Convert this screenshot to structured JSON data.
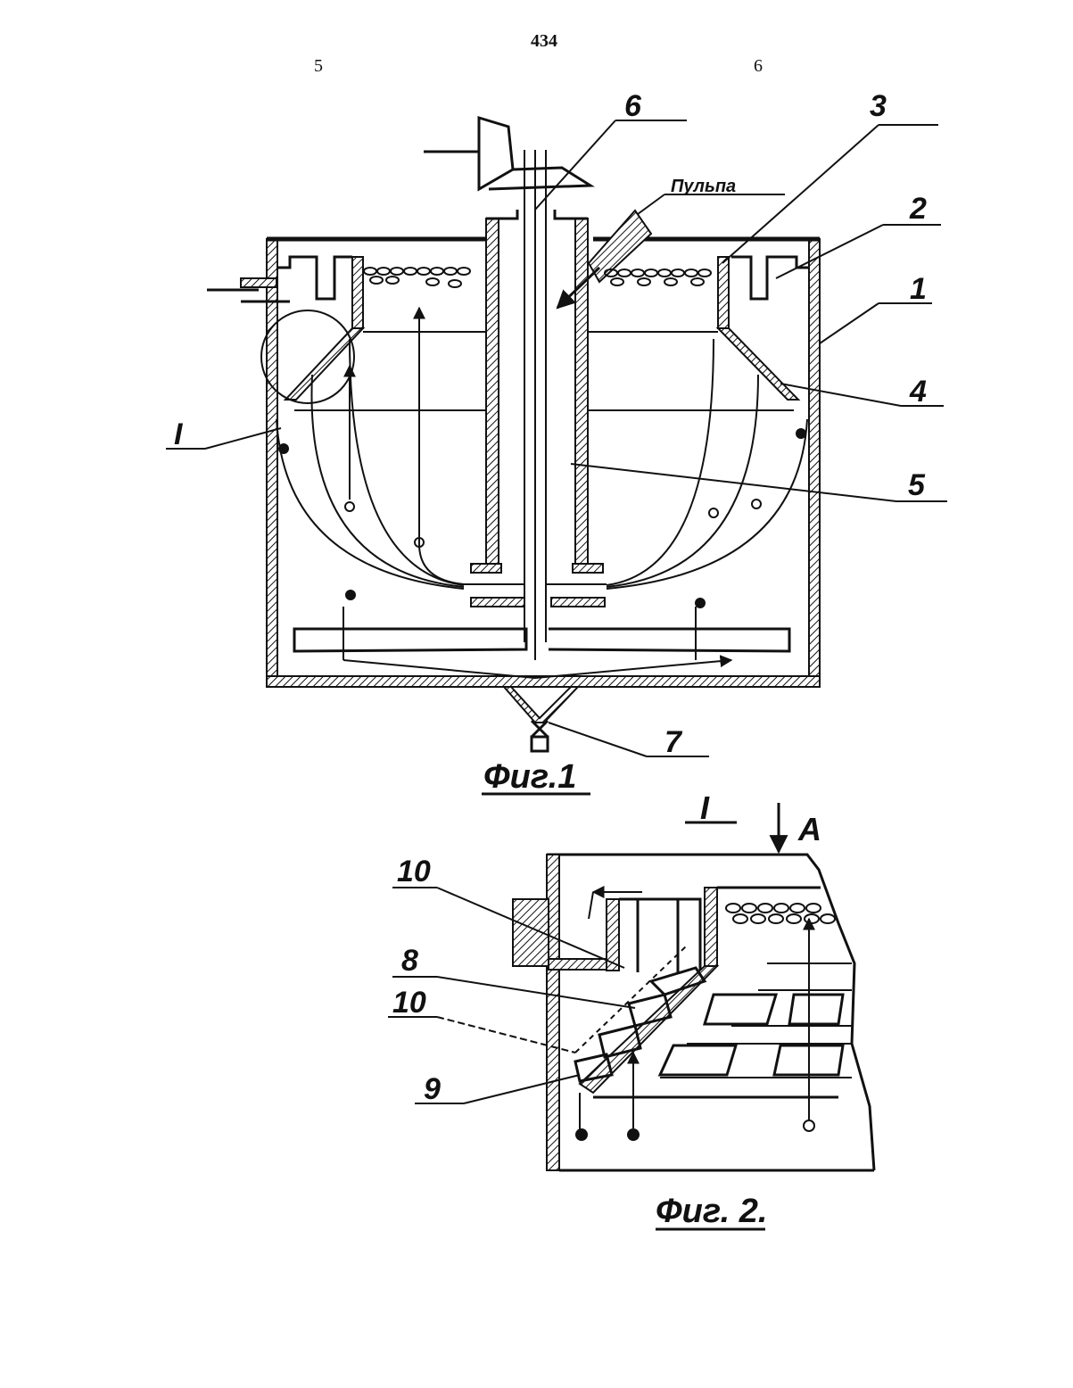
{
  "header": {
    "page_number": "434",
    "col_left": "5",
    "col_right": "6"
  },
  "figure1": {
    "caption": "Фиг.1",
    "inlet_label": "Пульпа",
    "detail_mark": "I",
    "labels": {
      "l1": "1",
      "l2": "2",
      "l3": "3",
      "l4": "4",
      "l5": "5",
      "l6": "6",
      "l7": "7"
    }
  },
  "figure2": {
    "caption": "Фиг. 2.",
    "detail_mark": "I",
    "view_mark": "A",
    "labels": {
      "l8": "8",
      "l9": "9",
      "l10a": "10",
      "l10b": "10"
    }
  }
}
